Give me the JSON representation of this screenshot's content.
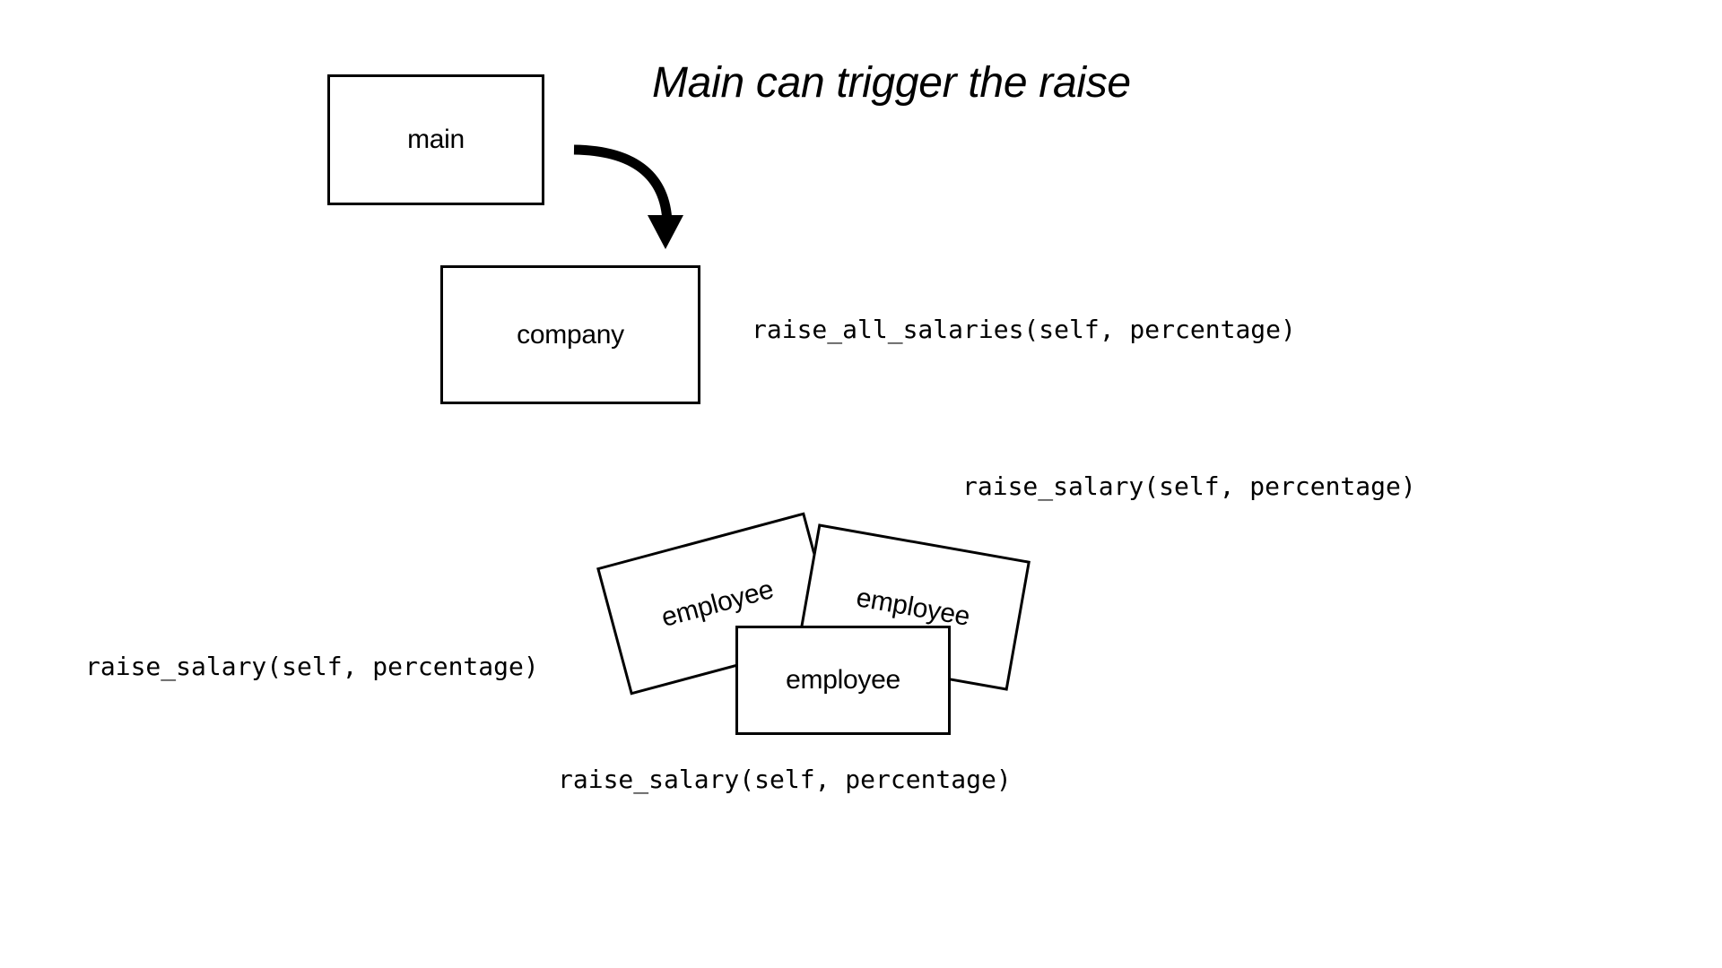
{
  "title": "Main can trigger the raise",
  "boxes": {
    "main": "main",
    "company": "company",
    "employee_left": "employee",
    "employee_right": "employee",
    "employee_front": "employee"
  },
  "methods": {
    "company": "raise_all_salaries(self, percentage)",
    "employee_right": "raise_salary(self, percentage)",
    "employee_left": "raise_salary(self, percentage)",
    "employee_front": "raise_salary(self, percentage)"
  }
}
